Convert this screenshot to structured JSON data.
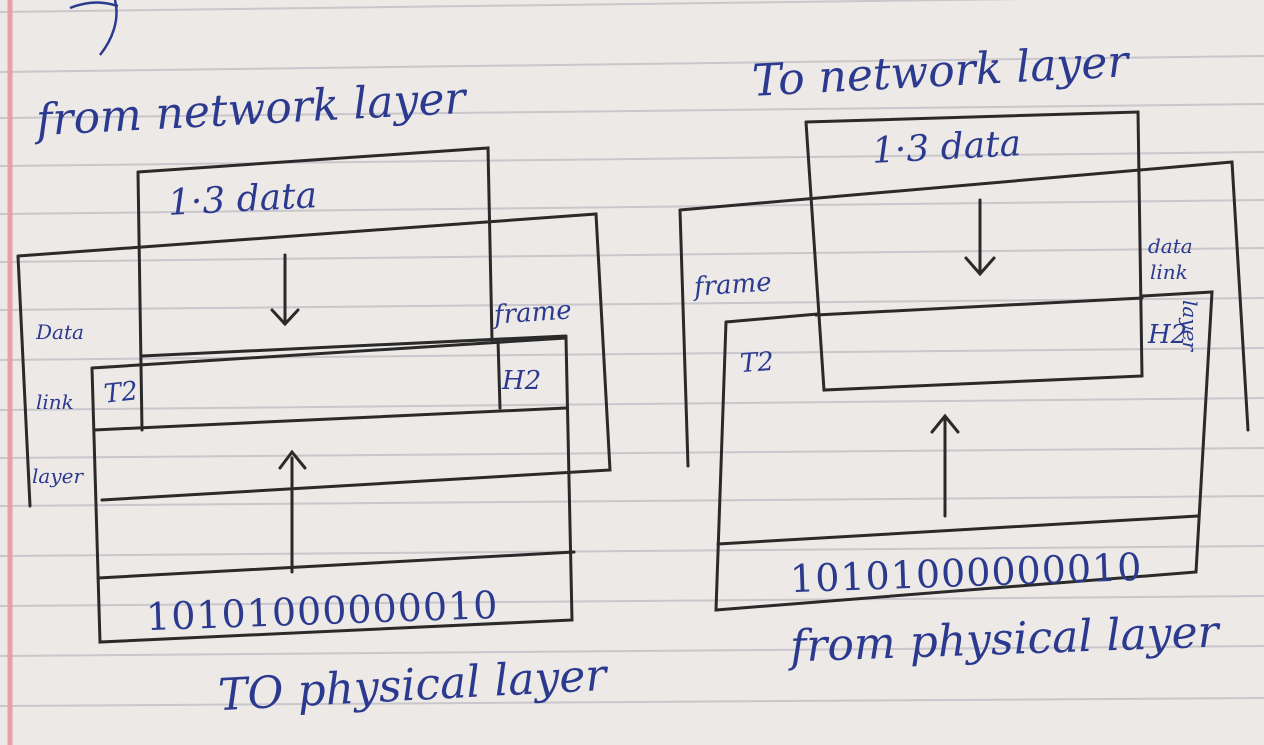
{
  "colors": {
    "paper": "#ece9e6",
    "rule_line": "#c9c6cc",
    "margin_line": "#e6a0a6",
    "ink": "#2b3a8f",
    "pencil": "#2a2a2a"
  },
  "left_diagram": {
    "top_label": "from network layer",
    "l3_data": "1·3 data",
    "frame_label": "frame",
    "side_label_lines": [
      "Data",
      "link",
      "layer"
    ],
    "trailer": "T2",
    "header": "H2",
    "bits": "10101000000010",
    "bottom_label": "TO physical layer"
  },
  "right_diagram": {
    "top_label": "To network layer",
    "l3_data": "1·3 data",
    "frame_label": "frame",
    "side_label_lines": [
      "data",
      "link",
      "layer"
    ],
    "trailer": "T2",
    "header": "H2",
    "bits": "10101000000010",
    "bottom_label": "from physical layer"
  }
}
